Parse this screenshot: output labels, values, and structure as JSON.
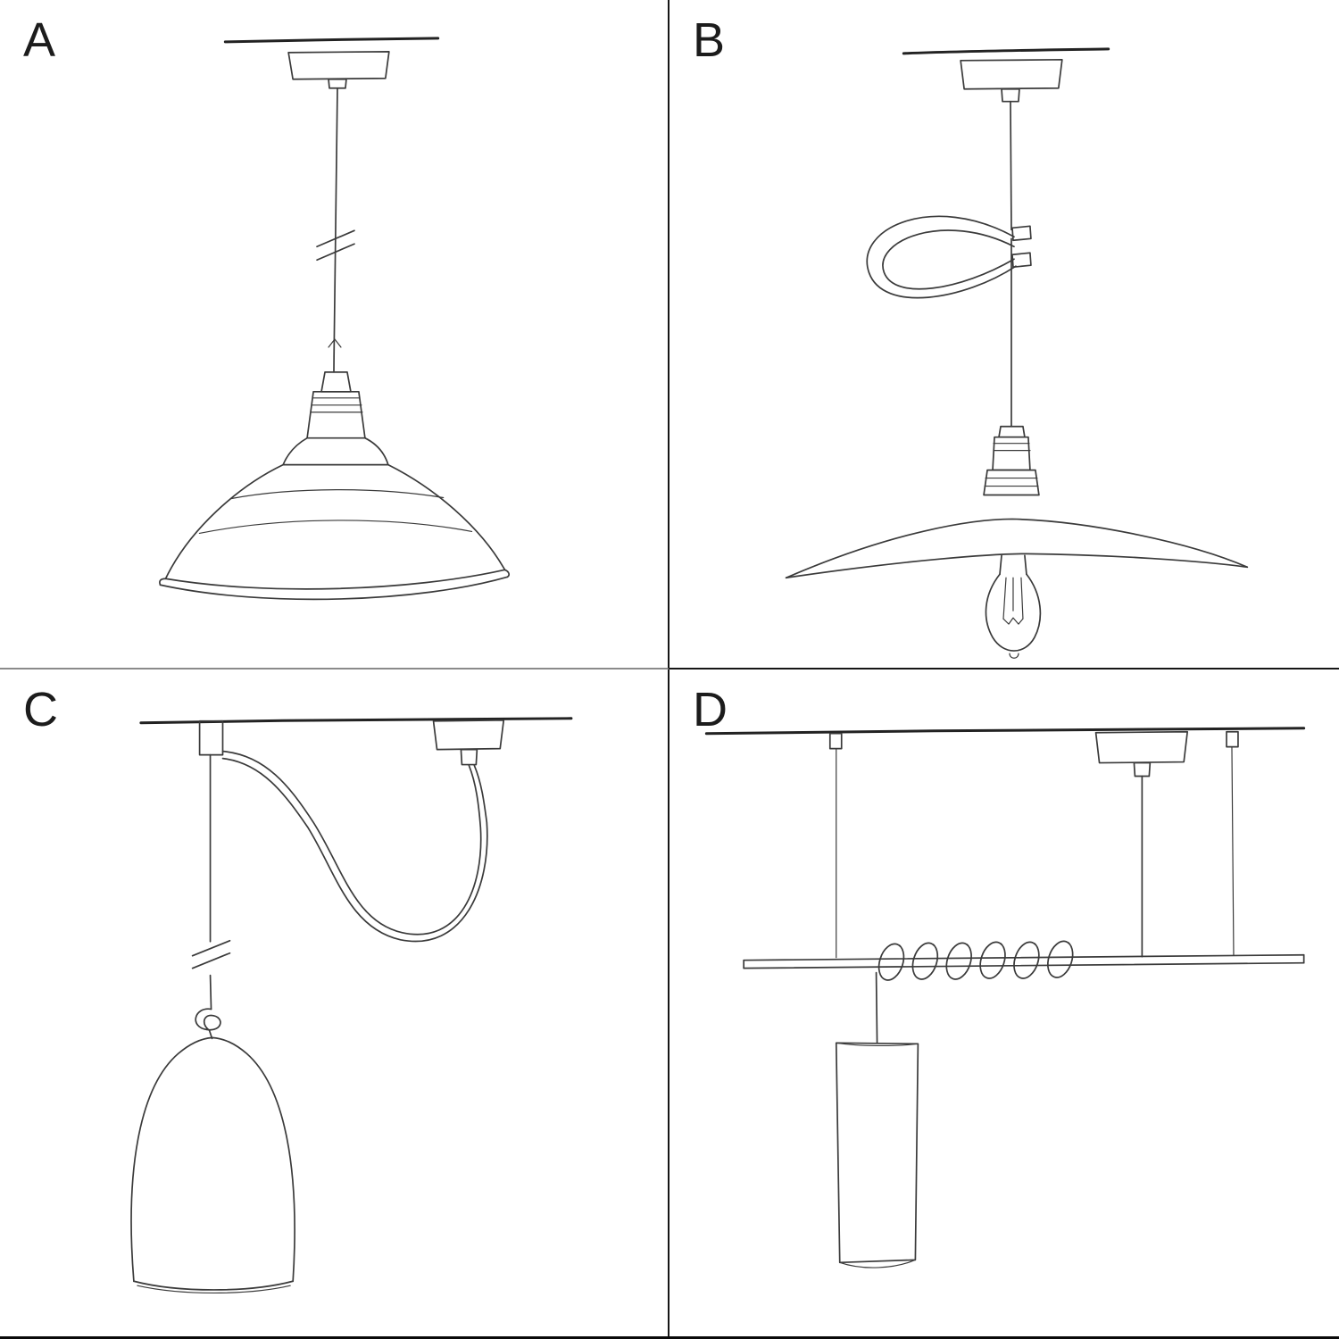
{
  "page": {
    "background": "#ffffff",
    "type": "hand-drawn-pendant-lamp-installation-diagrams"
  },
  "colors": {
    "ink": "#3a3a3a",
    "divider": "#161616",
    "bottom_rule": "#0a0a0a",
    "label_text": "#1c1c1c"
  },
  "panels": [
    {
      "label": "A",
      "sketch": "pendant-straight-cord-industrial-bowl-shade-sketch"
    },
    {
      "label": "B",
      "sketch": "pendant-cord-with-tension-loop-flat-plate-shade-exposed-bulb-sketch"
    },
    {
      "label": "C",
      "sketch": "swag-pendant-ceiling-hook-knotted-cord-bell-dome-shade-sketch"
    },
    {
      "label": "D",
      "sketch": "suspended-bar-with-coiled-cord-cylinder-pendant-sketch"
    }
  ]
}
